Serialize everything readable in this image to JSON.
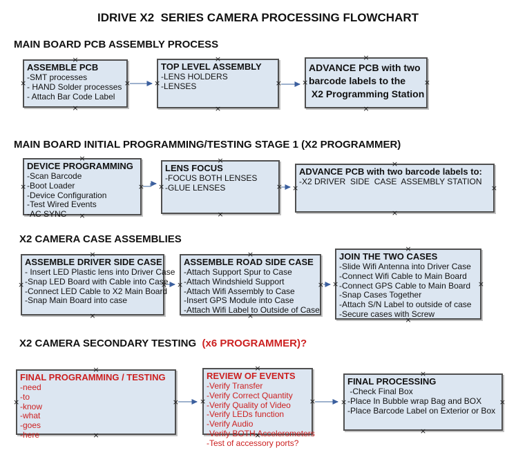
{
  "title": "IDRIVE X2  SERIES CAMERA PROCESSING FLOWCHART",
  "colors": {
    "box_fill": "#dce6f1",
    "box_border": "#4f4f4f",
    "accent_red": "#cc2020",
    "arrow_line": "#8fa6c6",
    "arrow_head": "#3b5f9e",
    "text": "#111111"
  },
  "sections": [
    {
      "heading": "MAIN BOARD PCB ASSEMBLY PROCESS",
      "boxes": [
        {
          "title": "ASSEMBLE PCB",
          "items": [
            "-SMT processes",
            "- HAND Solder processes",
            "- Attach Bar Code Label"
          ]
        },
        {
          "title": "TOP LEVEL ASSEMBLY",
          "items": [
            "-LENS HOLDERS",
            "-LENSES"
          ]
        },
        {
          "title": "ADVANCE PCB with two\nbarcode labels to the\n X2 Programming Station",
          "items": []
        }
      ]
    },
    {
      "heading": "MAIN BOARD INITIAL PROGRAMMING/TESTING STAGE 1 (X2 PROGRAMMER)",
      "boxes": [
        {
          "title": "DEVICE PROGRAMMING",
          "items": [
            "-Scan Barcode",
            "-Boot Loader",
            "-Device Configuration",
            "-Test Wired Events",
            "-AC SYNC"
          ]
        },
        {
          "title": "LENS FOCUS",
          "items": [
            "-FOCUS BOTH LENSES",
            "-GLUE LENSES"
          ]
        },
        {
          "title": "ADVANCE PCB with two barcode labels to:",
          "items": [
            "-X2 DRIVER  SIDE  CASE  ASSEMBLY STATION"
          ]
        }
      ]
    },
    {
      "heading": "X2 CAMERA CASE ASSEMBLIES",
      "boxes": [
        {
          "title": "ASSEMBLE DRIVER SIDE CASE",
          "items": [
            "- Insert LED Plastic lens into Driver Case",
            "-Snap LED Board with Cable into Case",
            "-Connect LED Cable to X2 Main Board",
            "-Snap Main Board into case"
          ]
        },
        {
          "title": "ASSEMBLE ROAD SIDE CASE",
          "items": [
            "-Attach Support Spur to Case",
            "-Attach Windshield Support",
            "-Attach Wifi Assembly to Case",
            "-Insert GPS Module into Case",
            "-Attach Wifi Label to Outside of Case"
          ]
        },
        {
          "title": "JOIN THE TWO CASES",
          "items": [
            "-Slide Wifi Antenna into Driver Case",
            "-Connect Wifi Cable to Main Board",
            "-Connect GPS Cable to Main Board",
            "-Snap Cases Together",
            "-Attach S/N Label to outside of case",
            "-Secure cases with Screw"
          ]
        }
      ]
    },
    {
      "heading": "X2 CAMERA SECONDARY TESTING ",
      "heading_red": " (x6 PROGRAMMER)?",
      "boxes": [
        {
          "title": "FINAL PROGRAMMING / TESTING",
          "items": [
            "-need",
            "-to",
            "-know",
            "-what",
            "-goes",
            "-here"
          ]
        },
        {
          "title": "REVIEW OF EVENTS",
          "items": [
            "-Verify Transfer",
            "-Verify Correct Quantity",
            "-Verify Quality of Video",
            "-Verify LEDs function",
            "-Verify Audio",
            "-Verify BOTH Accelerometers",
            "-Test of accessory ports?"
          ]
        },
        {
          "title": "FINAL PROCESSING",
          "items": [
            " -Check Final Box",
            "-Place In Bubble wrap Bag and BOX",
            "-Place Barcode Label on Exterior or Box"
          ]
        }
      ]
    }
  ]
}
